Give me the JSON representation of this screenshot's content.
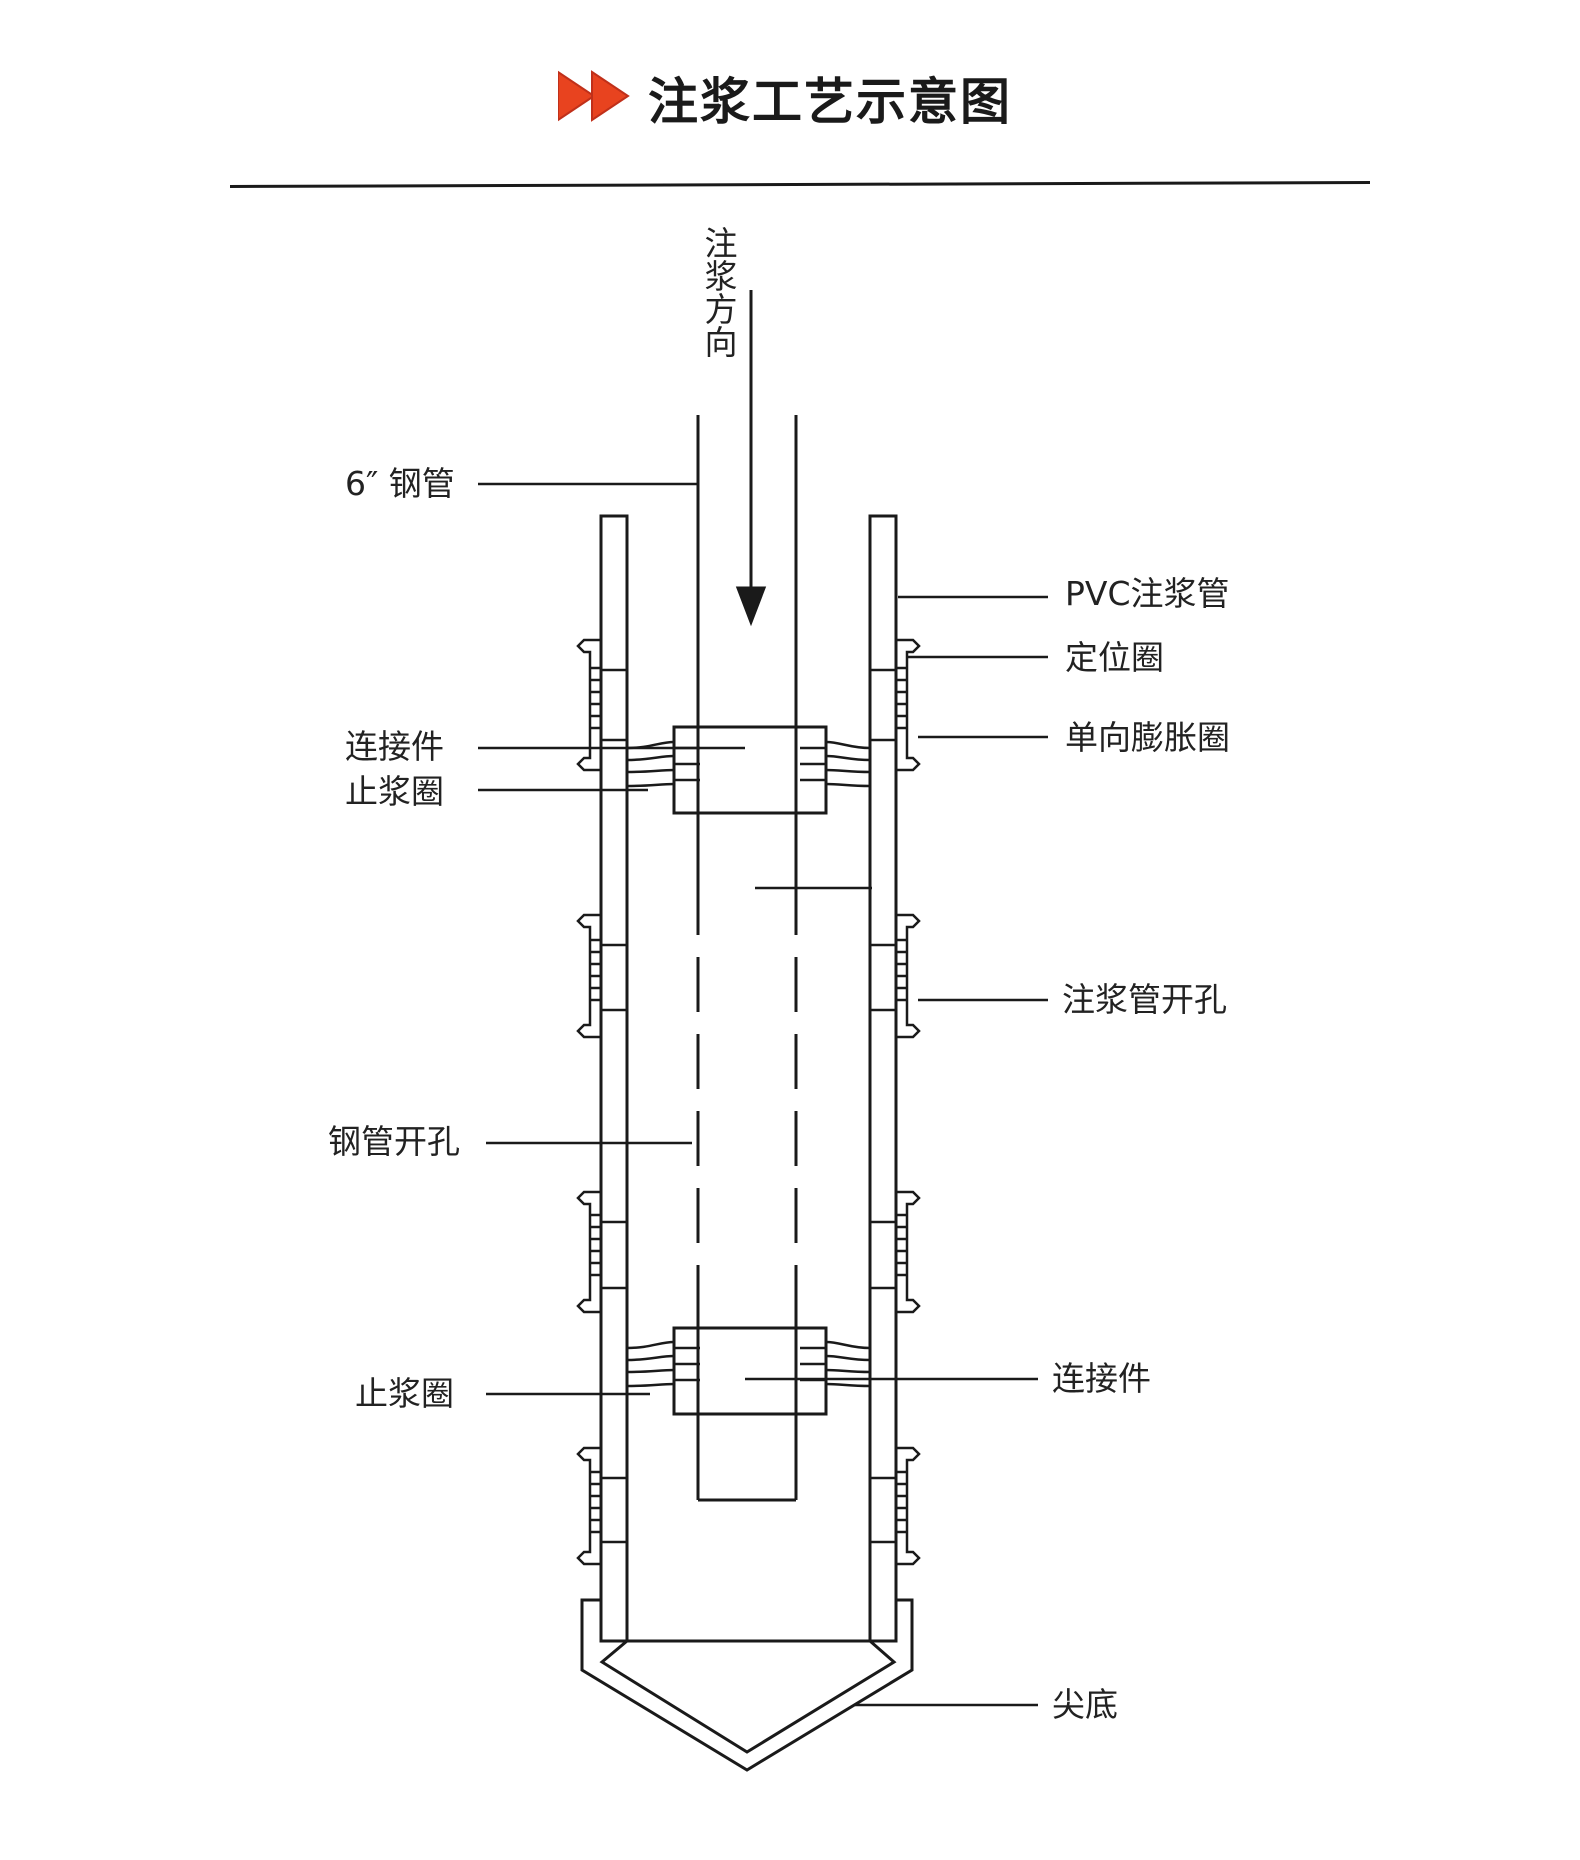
{
  "header": {
    "title": "注浆工艺示意图",
    "title_arrow_color": "#e8431f",
    "title_arrow_icon": "double-chevron-right-icon"
  },
  "diagram": {
    "flow_direction_label": "注浆方向",
    "labels": {
      "steel_pipe": "6″ 钢管",
      "pvc_grout_pipe": "PVC注浆管",
      "positioning_ring": "定位圈",
      "one_way_expansion_ring": "单向膨胀圈",
      "connector_upper": "连接件",
      "grout_stop_ring_upper": "止浆圈",
      "grout_pipe_holes": "注浆管开孔",
      "steel_pipe_holes": "钢管开孔",
      "grout_stop_ring_lower": "止浆圈",
      "connector_lower": "连接件",
      "pointed_bottom": "尖底"
    }
  }
}
